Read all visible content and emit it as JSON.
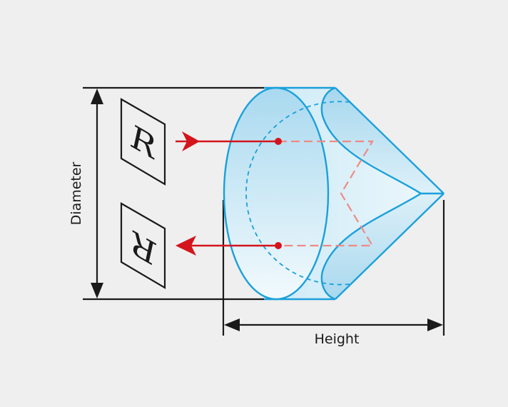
{
  "labels": {
    "diameter": "Diameter",
    "height": "Height",
    "image_letter": "R"
  },
  "colors": {
    "background": "#efefef",
    "prism_stroke": "#1aa0dc",
    "prism_fill_light": "#eaf6fc",
    "prism_fill_dark": "#a9d9ef",
    "ray": "#d4141c",
    "ray_inner": "#ee8a86",
    "dimension": "#1a1a1a"
  }
}
